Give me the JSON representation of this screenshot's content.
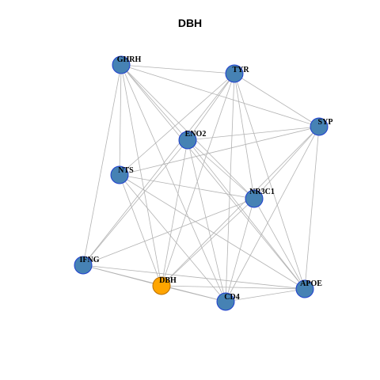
{
  "title": "DBH",
  "colors": {
    "default_node": "#4682B4",
    "node_border": "#1f3fcf",
    "highlight_node": "#FFA500",
    "edge": "#b3b3b3"
  },
  "nodes": [
    {
      "id": "GHRH",
      "label": "GHRH",
      "highlight": false
    },
    {
      "id": "TYR",
      "label": "TYR",
      "highlight": false
    },
    {
      "id": "SYP",
      "label": "SYP",
      "highlight": false
    },
    {
      "id": "ENO2",
      "label": "ENO2",
      "highlight": false
    },
    {
      "id": "NTS",
      "label": "NTS",
      "highlight": false
    },
    {
      "id": "NR3C1",
      "label": "NR3C1",
      "highlight": false
    },
    {
      "id": "IFNG",
      "label": "IFNG",
      "highlight": false
    },
    {
      "id": "DBH",
      "label": "DBH",
      "highlight": true
    },
    {
      "id": "APOE",
      "label": "APOE",
      "highlight": false
    },
    {
      "id": "CD4",
      "label": "CD4",
      "highlight": false
    }
  ],
  "edges": [
    [
      "GHRH",
      "TYR"
    ],
    [
      "GHRH",
      "SYP"
    ],
    [
      "GHRH",
      "ENO2"
    ],
    [
      "GHRH",
      "NTS"
    ],
    [
      "GHRH",
      "NR3C1"
    ],
    [
      "GHRH",
      "IFNG"
    ],
    [
      "GHRH",
      "DBH"
    ],
    [
      "GHRH",
      "APOE"
    ],
    [
      "GHRH",
      "CD4"
    ],
    [
      "TYR",
      "ENO2"
    ],
    [
      "TYR",
      "NTS"
    ],
    [
      "TYR",
      "NR3C1"
    ],
    [
      "TYR",
      "IFNG"
    ],
    [
      "TYR",
      "DBH"
    ],
    [
      "TYR",
      "APOE"
    ],
    [
      "TYR",
      "CD4"
    ],
    [
      "TYR",
      "SYP"
    ],
    [
      "SYP",
      "ENO2"
    ],
    [
      "SYP",
      "NTS"
    ],
    [
      "SYP",
      "NR3C1"
    ],
    [
      "SYP",
      "DBH"
    ],
    [
      "SYP",
      "APOE"
    ],
    [
      "SYP",
      "CD4"
    ],
    [
      "ENO2",
      "NR3C1"
    ],
    [
      "ENO2",
      "IFNG"
    ],
    [
      "ENO2",
      "DBH"
    ],
    [
      "ENO2",
      "APOE"
    ],
    [
      "ENO2",
      "CD4"
    ],
    [
      "NTS",
      "NR3C1"
    ],
    [
      "NTS",
      "DBH"
    ],
    [
      "NTS",
      "CD4"
    ],
    [
      "NTS",
      "APOE"
    ],
    [
      "NR3C1",
      "IFNG"
    ],
    [
      "NR3C1",
      "DBH"
    ],
    [
      "NR3C1",
      "CD4"
    ],
    [
      "NR3C1",
      "APOE"
    ],
    [
      "IFNG",
      "DBH"
    ],
    [
      "IFNG",
      "CD4"
    ],
    [
      "IFNG",
      "APOE"
    ],
    [
      "DBH",
      "CD4"
    ],
    [
      "DBH",
      "APOE"
    ],
    [
      "CD4",
      "APOE"
    ]
  ]
}
